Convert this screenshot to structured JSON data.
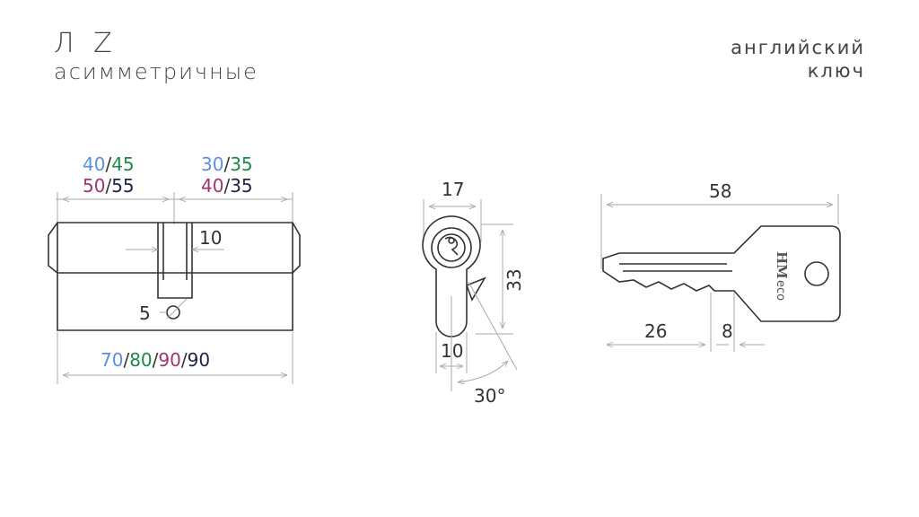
{
  "colors": {
    "blue": "#5b8fe0",
    "green": "#1d8a4a",
    "magenta": "#a2336f",
    "navy": "#1e2447",
    "dim_line": "#aaaaaa",
    "outline": "#333333"
  },
  "header": {
    "model": "Л Z",
    "subtitle": "асимметричные",
    "key_type_line1": "английский",
    "key_type_line2": "ключ"
  },
  "cylinder": {
    "left_top_a": "40",
    "left_top_b": "45",
    "left_bot_a": "50",
    "left_bot_b": "55",
    "right_top_a": "30",
    "right_top_b": "35",
    "right_bot_a": "40",
    "right_bot_b": "35",
    "slot_width": "10",
    "screw": "5",
    "len_a": "70",
    "len_b": "80",
    "len_c": "90",
    "len_d": "90",
    "sep": "/"
  },
  "profile": {
    "width_top": "17",
    "height": "33",
    "width_bottom": "10",
    "angle": "30°"
  },
  "key": {
    "length": "58",
    "blade": "26",
    "tip": "8",
    "brand": "HM",
    "brand_sub": "eco"
  }
}
